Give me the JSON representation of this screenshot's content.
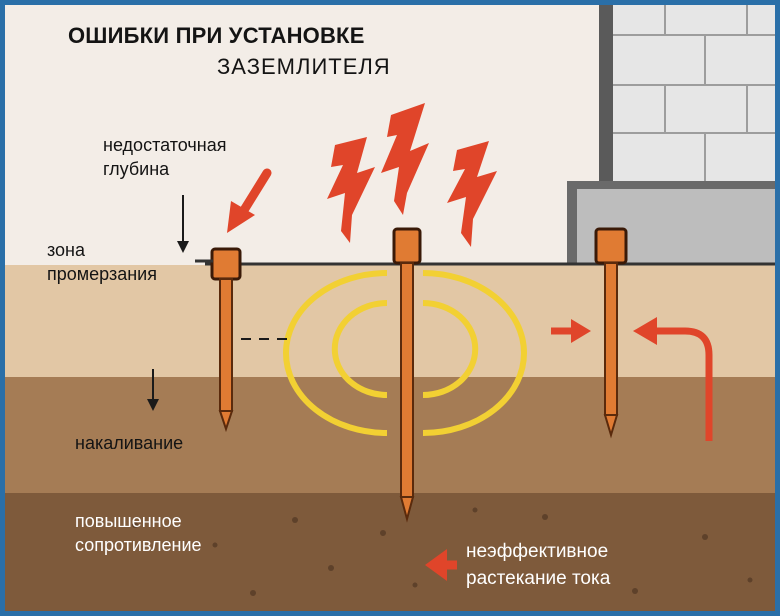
{
  "title": {
    "line1": "ОШИБКИ ПРИ УСТАНОВКЕ",
    "line2": "ЗАЗЕМЛИТЕЛЯ"
  },
  "labels": {
    "insufficient_depth": [
      "недостаточная",
      "глубина"
    ],
    "freezing_zone": [
      "зона",
      "промерзания"
    ],
    "heating": "накаливание",
    "high_resistance": [
      "повышенное",
      "сопротивление"
    ],
    "ineffective_current": [
      "неэффективное",
      "растекание тока"
    ]
  },
  "colors": {
    "frame": "#2a6fa8",
    "rod": "#e07b33",
    "rod_dark": "#8a3a10",
    "arrow_red": "#e0452a",
    "rings": "#f2d033",
    "soil_top": "#e2c7a5",
    "soil_mid": "#a57c55",
    "soil_deep": "#7e5a3b",
    "wall": "#d9d9d9",
    "foundation": "#b9b9b9"
  },
  "icons": [
    "lightning-bolt-icon",
    "red-arrow-icon",
    "down-arrow-icon",
    "dashed-line-icon"
  ]
}
